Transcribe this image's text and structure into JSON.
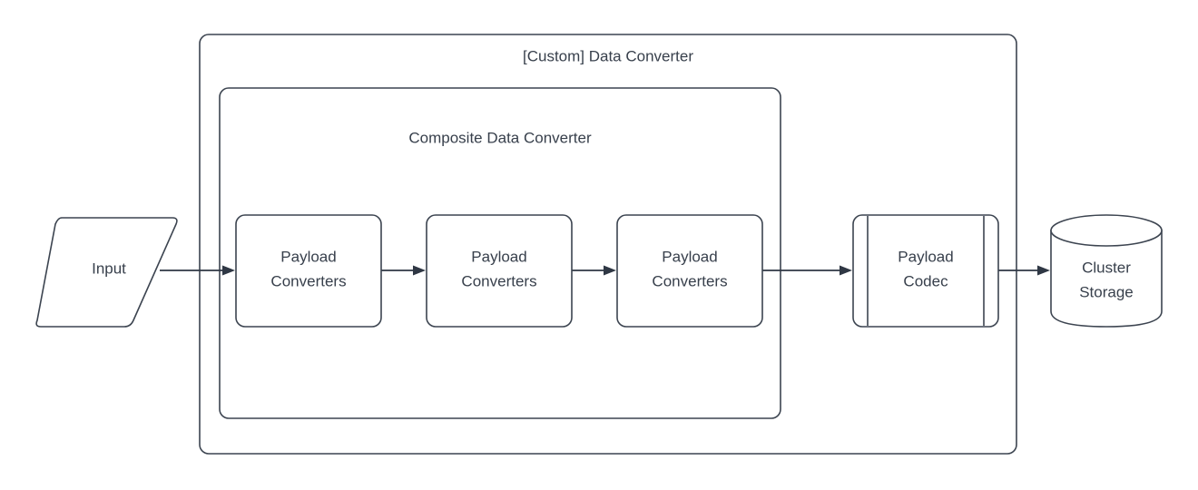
{
  "diagram": {
    "title": "[Custom] Data Converter",
    "background_color": "#ffffff",
    "stroke_color": "#3c4450",
    "text_color": "#38404c",
    "containers": [
      {
        "id": "custom-data-converter",
        "label": "[Custom] Data Converter",
        "shape": "rounded-rectangle"
      },
      {
        "id": "composite-data-converter",
        "label": "Composite Data Converter",
        "shape": "rounded-rectangle"
      }
    ],
    "nodes": [
      {
        "id": "input",
        "label": "Input",
        "shape": "parallelogram"
      },
      {
        "id": "payload-converters-1",
        "label_line1": "Payload",
        "label_line2": "Converters",
        "shape": "rounded-rectangle"
      },
      {
        "id": "payload-converters-2",
        "label_line1": "Payload",
        "label_line2": "Converters",
        "shape": "rounded-rectangle"
      },
      {
        "id": "payload-converters-3",
        "label_line1": "Payload",
        "label_line2": "Converters",
        "shape": "rounded-rectangle"
      },
      {
        "id": "payload-codec",
        "label_line1": "Payload",
        "label_line2": "Codec",
        "shape": "predefined-process"
      },
      {
        "id": "cluster-storage",
        "label_line1": "Cluster",
        "label_line2": "Storage",
        "shape": "cylinder"
      }
    ],
    "edges": [
      {
        "id": "edge-input-to-pc1",
        "from": "input",
        "to": "payload-converters-1"
      },
      {
        "id": "edge-pc1-to-pc2",
        "from": "payload-converters-1",
        "to": "payload-converters-2"
      },
      {
        "id": "edge-pc2-to-pc3",
        "from": "payload-converters-2",
        "to": "payload-converters-3"
      },
      {
        "id": "edge-pc3-to-codec",
        "from": "payload-converters-3",
        "to": "payload-codec"
      },
      {
        "id": "edge-codec-to-storage",
        "from": "payload-codec",
        "to": "cluster-storage"
      }
    ]
  }
}
